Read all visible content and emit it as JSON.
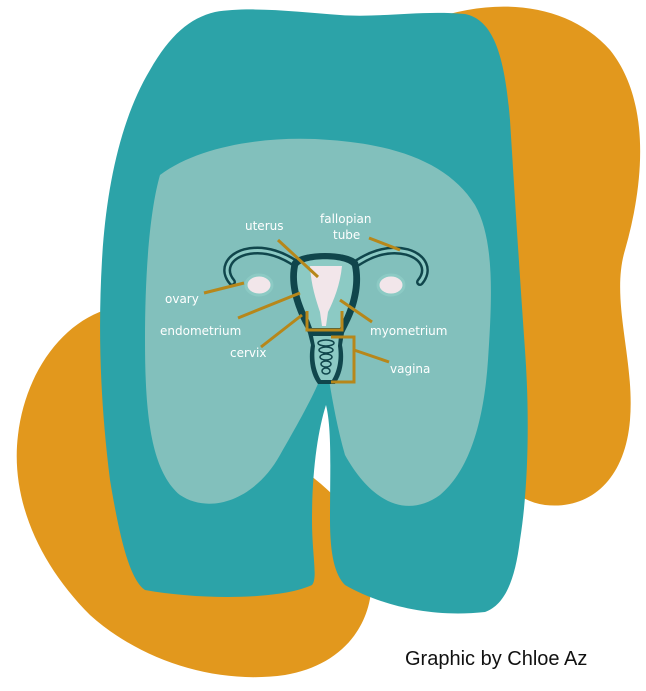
{
  "colors": {
    "orange": "#E2981D",
    "teal_dark": "#2CA3A8",
    "teal_light": "#82C0BC",
    "organ_outline": "#10464C",
    "organ_fill": "#8CCAC4",
    "pink": "#F2E6EA",
    "leader": "#B7871A",
    "label_text": "#FFFFFF"
  },
  "labels": {
    "uterus": "uterus",
    "fallopian_line1": "fallopian",
    "fallopian_line2": "tube",
    "ovary": "ovary",
    "endometrium": "endometrium",
    "myometrium": "myometrium",
    "cervix": "cervix",
    "vagina": "vagina"
  },
  "credit": "Graphic by Chloe Az"
}
